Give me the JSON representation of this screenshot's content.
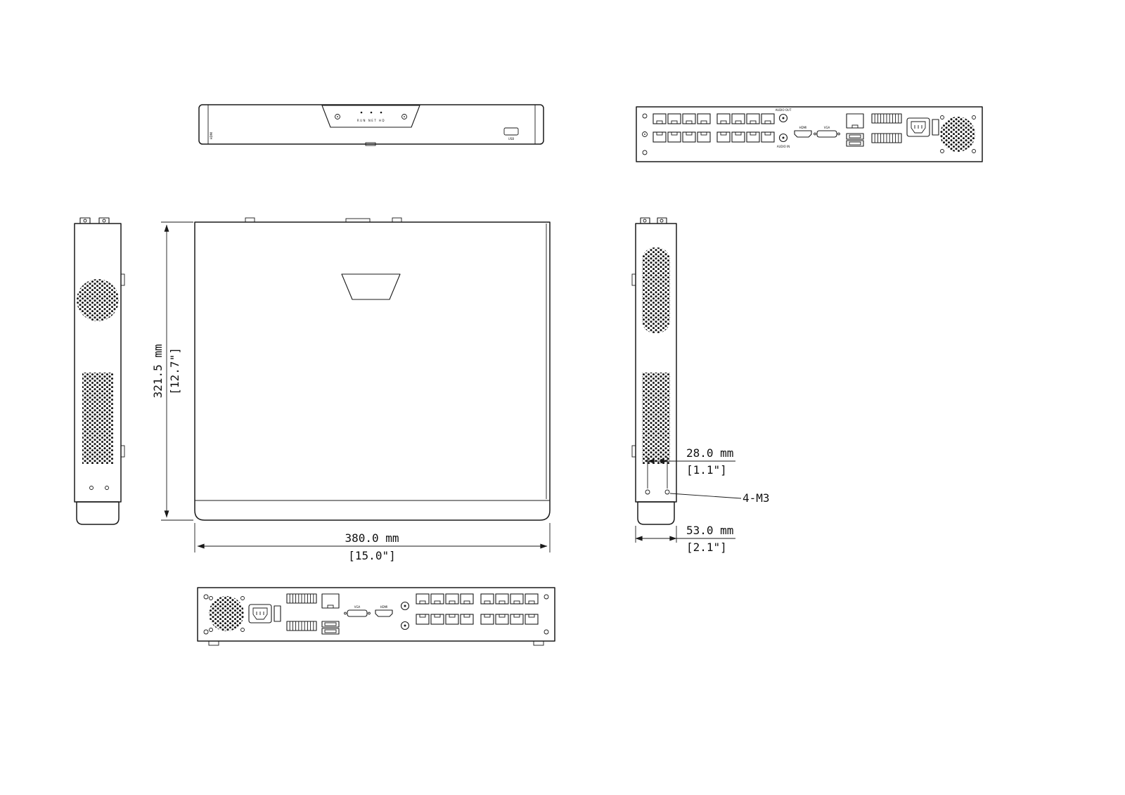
{
  "palette": {
    "bg": "#ffffff",
    "ink": "#1a1a1a"
  },
  "dims": {
    "height_mm": "321.5 mm",
    "height_in": "[12.7\"]",
    "width_mm": "380.0 mm",
    "width_in": "[15.0\"]",
    "hole_spacing_mm": "28.0 mm",
    "hole_spacing_in": "[1.1\"]",
    "depth_mm": "53.0 mm",
    "depth_in": "[2.1\"]",
    "thread_callout": "4-M3"
  },
  "front_panel": {
    "status_leds": "RUN NET HD",
    "logo": "HDMI",
    "usb_label": "USB"
  },
  "rear_panel": {
    "audio_out": "AUDIO OUT",
    "audio_in": "AUDIO IN",
    "hdmi": "HDMI",
    "vga": "VGA"
  }
}
